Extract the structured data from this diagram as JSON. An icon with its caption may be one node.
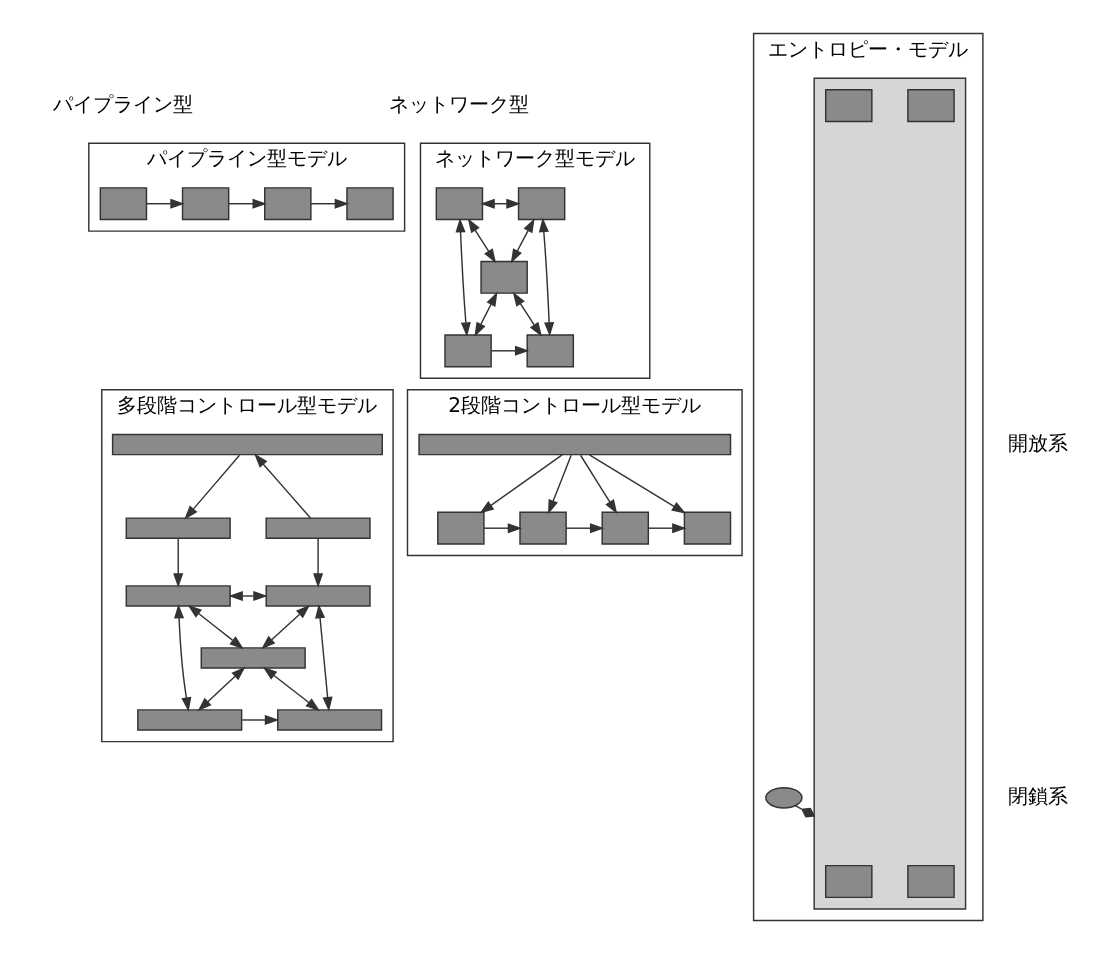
{
  "diagram": {
    "nodes": [
      {
        "text": [
          "パイプライン型モデル"
        ]
      },
      {
        "text": [
          "ネットワーク型モデル"
        ]
      },
      {
        "text": [
          "2段階コントロール型モデル"
        ]
      },
      {
        "text": [
          "多段階コントロール型モデル"
        ]
      },
      {
        "text": [
          "エントロピー・モデル"
        ]
      },
      {
        "text": [],
        "shape": "box",
        "in": 0
      },
      {
        "text": [],
        "shape": "box",
        "in": 0
      },
      {
        "text": [],
        "shape": "box",
        "in": 0
      },
      {
        "text": [],
        "shape": "box",
        "in": 0
      },
      {
        "text": [],
        "shape": "box",
        "in": 1
      },
      {
        "text": [],
        "shape": "box",
        "in": 1
      },
      {
        "text": [],
        "shape": "box",
        "in": 1
      },
      {
        "text": [],
        "shape": "box",
        "in": 1
      },
      {
        "text": [],
        "shape": "box",
        "in": 1
      },
      {
        "text": [],
        "shape": "bar",
        "in": 2
      },
      {
        "text": [],
        "shape": "box",
        "in": 2
      },
      {
        "text": [],
        "shape": "box",
        "in": 2
      },
      {
        "text": [],
        "shape": "box",
        "in": 2
      },
      {
        "text": [],
        "shape": "box",
        "in": 2
      },
      {
        "text": [],
        "shape": "bar",
        "in": 3
      },
      {
        "text": [],
        "shape": "bar",
        "in": 3
      },
      {
        "text": [],
        "shape": "bar",
        "in": 3
      },
      {
        "text": [],
        "shape": "bar",
        "in": 3
      },
      {
        "text": [],
        "shape": "bar",
        "in": 3
      },
      {
        "text": [],
        "shape": "bar",
        "in": 3
      },
      {
        "text": [],
        "shape": "bar",
        "in": 3
      },
      {
        "text": [],
        "shape": "bar",
        "in": 3
      },
      {
        "text": [],
        "shape": "ellipse",
        "in": 4
      },
      {
        "text": [],
        "shape": "box",
        "in": 4
      },
      {
        "text": [],
        "shape": "box",
        "in": 28
      },
      {
        "text": [],
        "shape": "box",
        "in": 28
      },
      {
        "text": [],
        "shape": "box",
        "in": 28
      },
      {
        "text": [],
        "shape": "box",
        "in": 28
      }
    ],
    "edges": [
      {
        "from": 5,
        "to": 6,
        "arrow": "to"
      },
      {
        "from": 6,
        "to": 7,
        "arrow": "to"
      },
      {
        "from": 7,
        "to": 8,
        "arrow": "to"
      },
      {
        "from": 9,
        "to": 10,
        "arrow": "both"
      },
      {
        "from": 9,
        "to": 11,
        "arrow": "both"
      },
      {
        "from": 10,
        "to": 11,
        "arrow": "both"
      },
      {
        "from": 9,
        "to": 12,
        "arrow": "both"
      },
      {
        "from": 10,
        "to": 13,
        "arrow": "both"
      },
      {
        "from": 11,
        "to": 12,
        "arrow": "both"
      },
      {
        "from": 11,
        "to": 13,
        "arrow": "both"
      },
      {
        "from": 12,
        "to": 13,
        "arrow": "to"
      },
      {
        "from": 14,
        "to": 15,
        "arrow": "to"
      },
      {
        "from": 14,
        "to": 16,
        "arrow": "to"
      },
      {
        "from": 14,
        "to": 17,
        "arrow": "to"
      },
      {
        "from": 14,
        "to": 18,
        "arrow": "to"
      },
      {
        "from": 15,
        "to": 16,
        "arrow": "to"
      },
      {
        "from": 16,
        "to": 17,
        "arrow": "to"
      },
      {
        "from": 17,
        "to": 18,
        "arrow": "to"
      },
      {
        "from": 19,
        "to": 20,
        "arrow": "to"
      },
      {
        "from": 21,
        "to": 19,
        "arrow": "to"
      },
      {
        "from": 20,
        "to": 22,
        "arrow": "to"
      },
      {
        "from": 21,
        "to": 23,
        "arrow": "to"
      },
      {
        "from": 22,
        "to": 23,
        "arrow": "both"
      },
      {
        "from": 22,
        "to": 24,
        "arrow": "both"
      },
      {
        "from": 23,
        "to": 24,
        "arrow": "both"
      },
      {
        "from": 22,
        "to": 25,
        "arrow": "both"
      },
      {
        "from": 23,
        "to": 26,
        "arrow": "both"
      },
      {
        "from": 24,
        "to": 25,
        "arrow": "both"
      },
      {
        "from": 24,
        "to": 26,
        "arrow": "both"
      },
      {
        "from": 25,
        "to": 26,
        "arrow": "to"
      },
      {
        "from": 27,
        "to": 28,
        "arrow": "other"
      }
    ],
    "labels": [
      "パイプライン型",
      "ネットワーク型",
      "開放系",
      "閉鎖系"
    ]
  }
}
